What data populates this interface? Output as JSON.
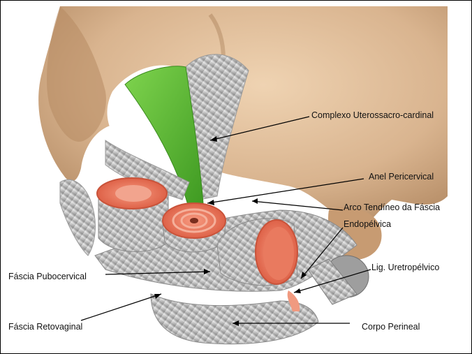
{
  "labels": {
    "uterossacro": "Complexo Uterossacro-cardinal",
    "anel": "Anel Pericervical",
    "arco_l1": "Arco Tendíneo da Fáscia",
    "arco_l2": "Endopélvica",
    "uretropelvico": "Lig. Uretropélvico",
    "pubocervical": "Fáscia Pubocervical",
    "retovaginal": "Fáscia Retovaginal",
    "perineal": "Corpo Perineal"
  },
  "colors": {
    "bone": "#d9b48f",
    "bone_shadow": "#a97f58",
    "fascia": "#cfcfcf",
    "fascia_dark": "#8f8f8f",
    "muscle_green": "#66c23a",
    "mucosa": "#ef7f62",
    "mucosa_inner": "#d96248",
    "pink_wall": "#f3b3a2"
  }
}
